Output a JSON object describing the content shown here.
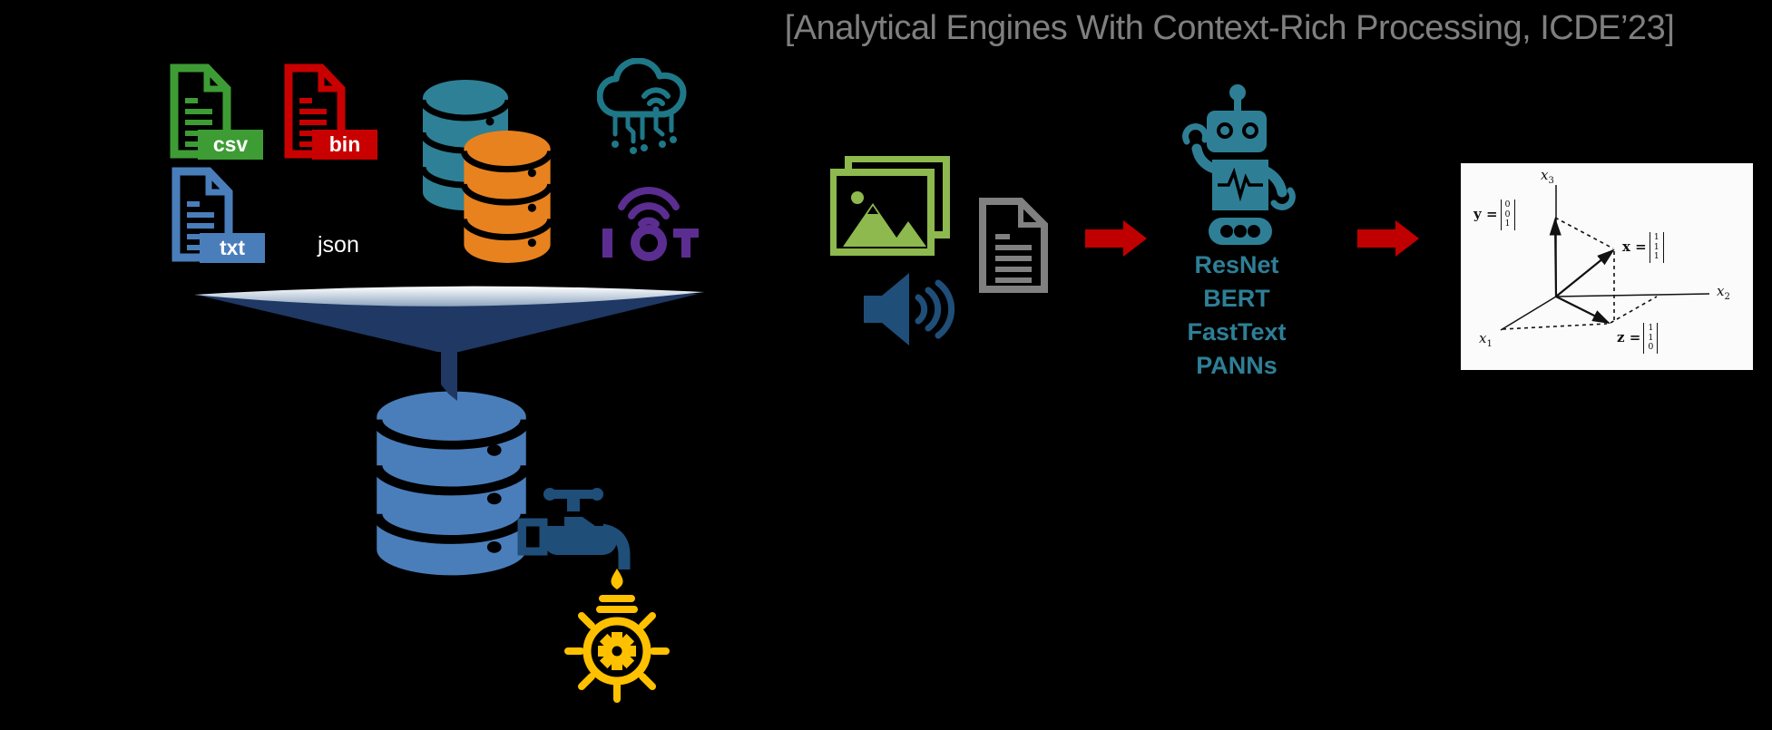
{
  "title": "[Analytical Engines With Context-Rich Processing, ICDE’23]",
  "colors": {
    "background": "#000000",
    "title_gray": "#7F7F7F",
    "csv_green": "#3E9C35",
    "bin_red": "#C90000",
    "txt_blue": "#4A7EBB",
    "db_teal": "#2E8096",
    "db_orange": "#E8821E",
    "cloud_teal": "#1E7888",
    "iot_purple": "#5C2D91",
    "funnel_navy": "#1F3864",
    "database_blue": "#4A7EBB",
    "faucet_navy": "#1F4E79",
    "bulb_yellow": "#FFC000",
    "photos_green": "#8DB94E",
    "doc_gray": "#808080",
    "audio_navy": "#1F4E79",
    "arrow_red": "#C00000",
    "model_teal": "#2E7F96"
  },
  "data_sources": {
    "file_labels": {
      "csv": "csv",
      "bin": "bin",
      "txt": "txt",
      "json": "json"
    },
    "icons": [
      "database-teal",
      "database-orange",
      "cloud-data-stream",
      "iot-wifi",
      "funnel",
      "database-blue",
      "faucet",
      "lightbulb-gear"
    ]
  },
  "pipeline": {
    "input_icons": [
      "photos",
      "document",
      "audio-speaker"
    ],
    "models": [
      "ResNet",
      "BERT",
      "FastText",
      "PANNs"
    ]
  },
  "vector_plot": {
    "axes": [
      {
        "base": "x",
        "sub": "1"
      },
      {
        "base": "x",
        "sub": "2"
      },
      {
        "base": "x",
        "sub": "3"
      }
    ],
    "vectors": [
      {
        "label": "y =",
        "values": [
          "0",
          "0",
          "1"
        ]
      },
      {
        "label": "x =",
        "values": [
          "1",
          "1",
          "1"
        ]
      },
      {
        "label": "z =",
        "values": [
          "1",
          "1",
          "0"
        ]
      }
    ]
  }
}
